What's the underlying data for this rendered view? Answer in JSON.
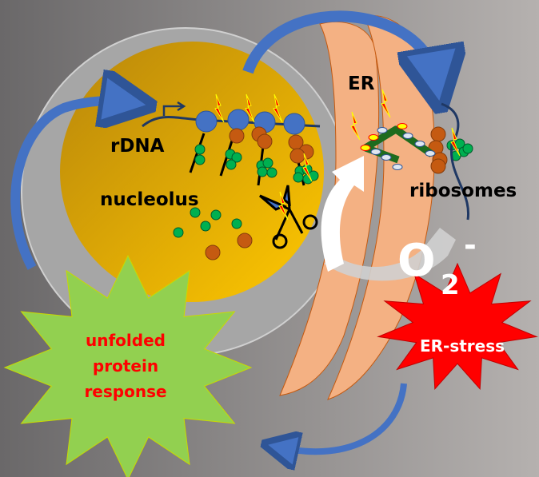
{
  "labels": {
    "rdna": "rDNA",
    "nucleolus": "nucleolus",
    "er": "ER",
    "ribosomes": "ribosomes",
    "superoxide_base": "O",
    "superoxide_sub": "2",
    "superoxide_charge": "-",
    "upr_line1": "unfolded",
    "upr_line2": "protein",
    "upr_line3": "response",
    "er_stress": "ER-stress"
  },
  "colors": {
    "nucleolus_dark": "#b8860b",
    "nucleolus_light": "#f5bf00",
    "er": "#f4b183",
    "arrow_blue": "#4472c4",
    "upr_star": "#92d050",
    "stress_star": "#ff0000",
    "protein_green": "#00b050",
    "protein_brown": "#c55a11"
  }
}
